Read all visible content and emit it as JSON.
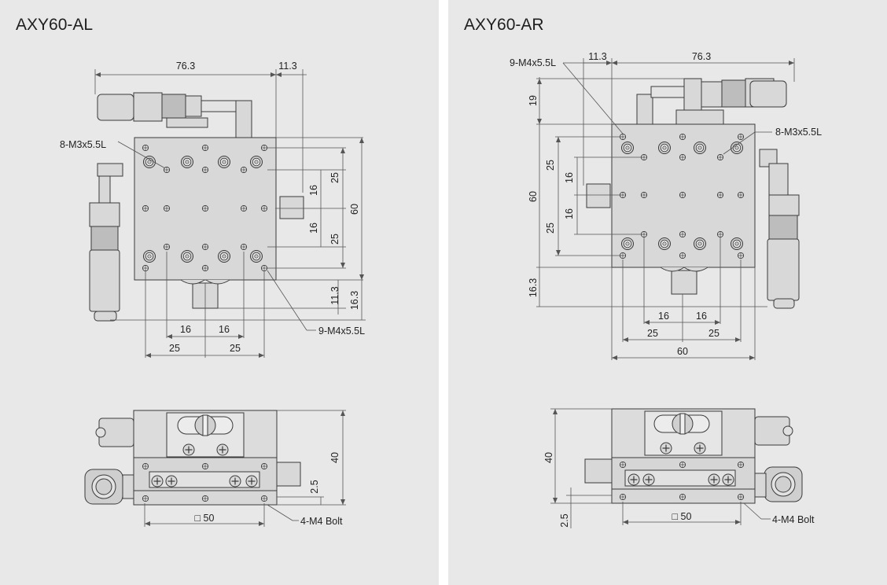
{
  "panels": {
    "left": {
      "title": "AXY60-AL",
      "labels": {
        "width_763": "76.3",
        "offset_113": "11.3",
        "m3": "8-M3x5.5L",
        "m4": "9-M4x5.5L",
        "v25a": "25",
        "v16a": "16",
        "v16b": "16",
        "v25b": "25",
        "v60": "60",
        "v113": "11.3",
        "v163": "16.3",
        "h16a": "16",
        "h16b": "16",
        "h25a": "25",
        "h25b": "25",
        "height40": "40",
        "gap25": "2.5",
        "square50": "□ 50",
        "bolt": "4-M4 Bolt"
      }
    },
    "right": {
      "title": "AXY60-AR",
      "labels": {
        "m4": "9-M4x5.5L",
        "offset_113": "11.3",
        "width_763": "76.3",
        "v19": "19",
        "m3": "8-M3x5.5L",
        "v25a": "25",
        "v16a": "16",
        "v60": "60",
        "v16b": "16",
        "v25b": "25",
        "v163": "16.3",
        "h16a": "16",
        "h16b": "16",
        "h25a": "25",
        "h25b": "25",
        "h60": "60",
        "height40": "40",
        "gap25": "2.5",
        "square50": "□ 50",
        "bolt": "4-M4 Bolt"
      }
    }
  },
  "colors": {
    "panel_bg": "#e8e8e8",
    "line": "#3a3a3a",
    "part_fill": "#d8d8d8",
    "text": "#222222"
  }
}
